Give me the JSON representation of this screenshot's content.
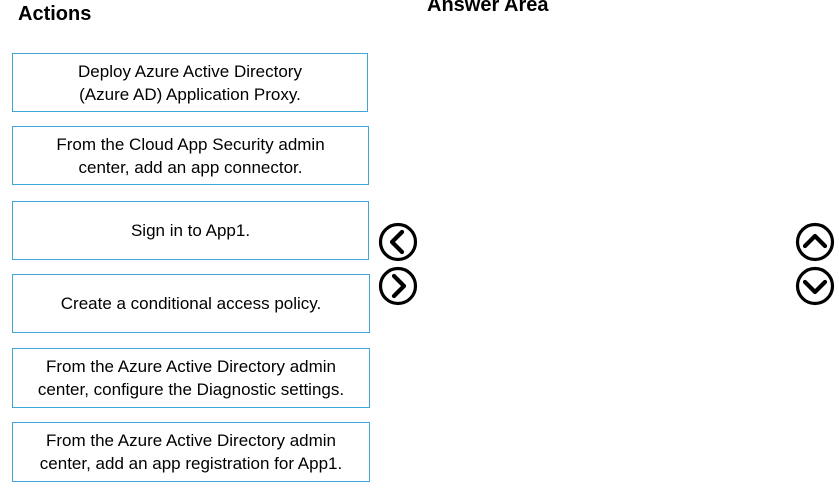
{
  "actions_panel": {
    "title": "Actions",
    "items": [
      {
        "line1": "Deploy Azure Active Directory",
        "line2": "(Azure AD) Application Proxy."
      },
      {
        "line1": "From the Cloud App Security admin",
        "line2": "center, add an app connector."
      },
      {
        "line1": "Sign in to App1.",
        "line2": ""
      },
      {
        "line1": "Create a conditional access policy.",
        "line2": ""
      },
      {
        "line1": "From the Azure Active Directory admin",
        "line2": "center, configure the Diagnostic settings."
      },
      {
        "line1": "From the Azure Active Directory admin",
        "line2": "center, add an app registration for App1."
      }
    ]
  },
  "answer_area": {
    "title": "Answer Area"
  },
  "controls": {
    "move_left_icon": "circle-chevron-left-icon",
    "move_right_icon": "circle-chevron-right-icon",
    "move_up_icon": "circle-chevron-up-icon",
    "move_down_icon": "circle-chevron-down-icon"
  },
  "colors": {
    "box_border": "#3fa7d6",
    "text": "#000000",
    "background": "#ffffff"
  }
}
